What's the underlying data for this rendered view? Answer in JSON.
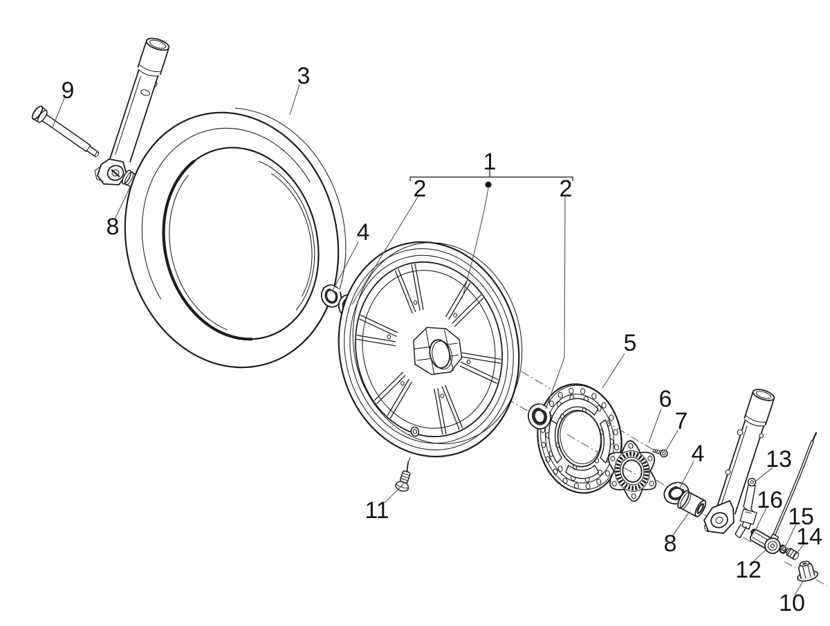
{
  "diagram": {
    "subject": "front wheel exploded parts view",
    "background": "#ffffff",
    "line_color": "#1c1c1c",
    "leader_color": "#565656",
    "callouts": [
      {
        "id": "wheel-assembly",
        "label": "1"
      },
      {
        "id": "bearing-left",
        "label": "2"
      },
      {
        "id": "bearing-right",
        "label": "2"
      },
      {
        "id": "tyre",
        "label": "3"
      },
      {
        "id": "seal-left",
        "label": "4"
      },
      {
        "id": "seal-right",
        "label": "4"
      },
      {
        "id": "brake-disc",
        "label": "5"
      },
      {
        "id": "tone-wheel",
        "label": "6"
      },
      {
        "id": "disc-screw",
        "label": "7"
      },
      {
        "id": "spacer-left",
        "label": "8"
      },
      {
        "id": "spacer-right",
        "label": "8"
      },
      {
        "id": "wheel-axle",
        "label": "9"
      },
      {
        "id": "axle-nut",
        "label": "10"
      },
      {
        "id": "tyre-valve",
        "label": "11"
      },
      {
        "id": "abs-sensor",
        "label": "12"
      },
      {
        "id": "sensor-bracket",
        "label": "13"
      },
      {
        "id": "sensor-bolt",
        "label": "14"
      },
      {
        "id": "sensor-washer",
        "label": "15"
      },
      {
        "id": "sensor-ring",
        "label": "16"
      }
    ]
  }
}
